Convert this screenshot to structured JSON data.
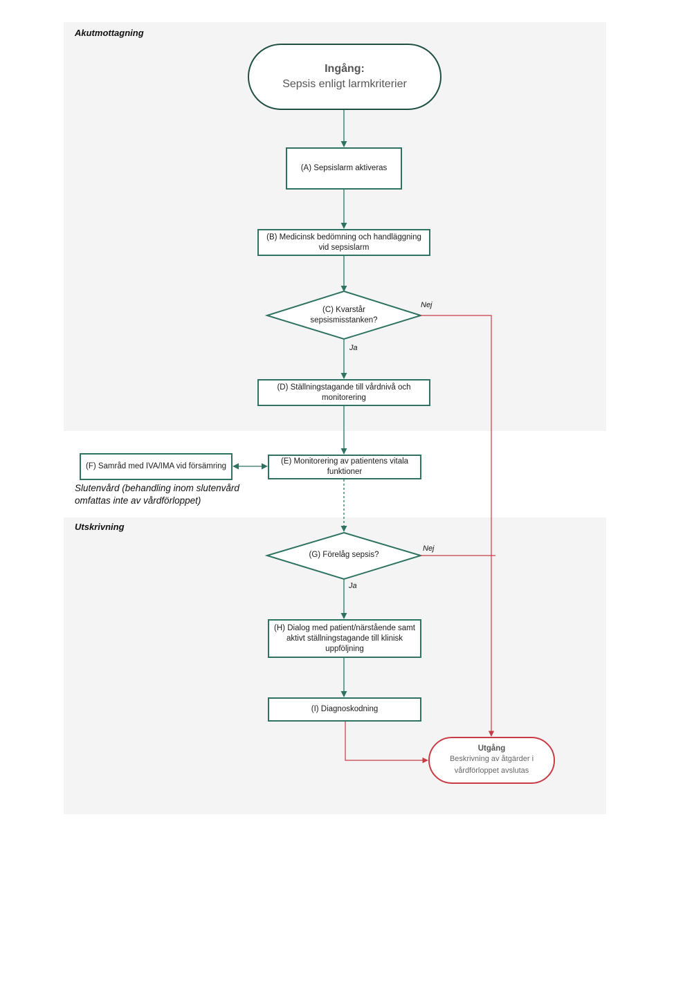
{
  "sections": {
    "top_label": "Akutmottagning",
    "bottom_label": "Utskrivning"
  },
  "start": {
    "title": "Ingång:",
    "subtitle": "Sepsis enligt larmkriterier"
  },
  "nodes": {
    "a": "(A) Sepsislarm aktiveras",
    "b": "(B) Medicinsk bedömning och handläggning vid sepsislarm",
    "c": "(C) Kvarstår sepsismisstanken?",
    "d": "(D) Ställningstagande till vårdnivå och monitorering",
    "e": "(E) Monitorering av patientens vitala funktioner",
    "f": "(F) Samråd med IVA/IMA vid försämring",
    "g": "(G) Förelåg sepsis?",
    "h": "(H) Dialog med patient/närstående samt aktivt ställningstagande till klinisk uppföljning",
    "i": "(I) Diagnoskodning"
  },
  "end": {
    "title": "Utgång",
    "subtitle": "Beskrivning av åtgärder i vårdförloppet avslutas"
  },
  "edge_labels": {
    "c_no": "Nej",
    "c_yes": "Ja",
    "g_no": "Nej",
    "g_yes": "Ja"
  },
  "note": "Slutenvård (behandling inom slutenvård omfattas inte av vårdförloppet)",
  "colors": {
    "primary": "#2e7261",
    "exit": "#c83a45",
    "band": "#f4f4f4"
  }
}
